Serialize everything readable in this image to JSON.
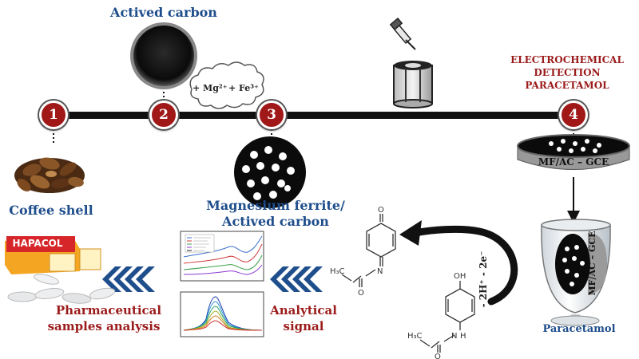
{
  "labels": {
    "actived_carbon": "Actived carbon",
    "coffee_shell": "Coffee shell",
    "mf_ac_line1": "Magnesium ferrite/",
    "mf_ac_line2": "Actived carbon",
    "ec_line1": "ELECTROCHEMICAL",
    "ec_line2": "DETECTION",
    "ec_line3": "PARACETAMOL",
    "electrode": "MF/AC – GCE",
    "electrode_vertical": "MF/AC – GCE",
    "paracetamol": "Paracetamol",
    "analytical_line1": "Analytical",
    "analytical_line2": "signal",
    "pharma_line1": "Pharmaceutical",
    "pharma_line2": "samples analysis",
    "reaction": "- 2H⁺ - 2e⁻",
    "brand": "HAPACOL"
  },
  "steps": [
    "1",
    "2",
    "3",
    "4"
  ],
  "ions": {
    "mg": "+ Mg²⁺",
    "fe": "+ Fe³⁺"
  },
  "colors": {
    "timeline": "#111111",
    "step_fill": "#a01818",
    "label_blue": "#1f4e8c",
    "label_red": "#9b1b1b"
  },
  "icons": [
    "coffee-shell-icon",
    "carbon-powder-icon",
    "composite-disc-icon",
    "cell-beaker-icon",
    "pipette-icon",
    "electrode-icon",
    "glass-cell-icon",
    "tablet-icon",
    "chevron-left-icon"
  ]
}
